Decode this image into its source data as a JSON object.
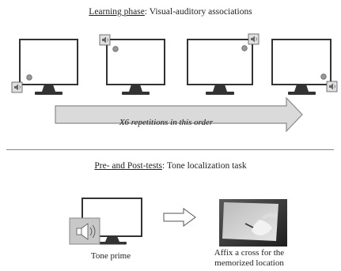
{
  "learning_phase": {
    "title_underlined": "Learning phase",
    "title_rest": ": Visual-auditory associations",
    "arrow_label": "X6 repetitions in this order",
    "screens": [
      {
        "dot_corner": "bottom-left",
        "speaker_corner": "bottom-left"
      },
      {
        "dot_corner": "top-left",
        "speaker_corner": "top-left"
      },
      {
        "dot_corner": "top-right",
        "speaker_corner": "top-right"
      },
      {
        "dot_corner": "bottom-right",
        "speaker_corner": "bottom-right"
      }
    ]
  },
  "tests": {
    "title_underlined": "Pre- and Post-tests",
    "title_rest": ": Tone localization task",
    "caption_left": "Tone prime",
    "caption_right_line1": "Affix a cross for the",
    "caption_right_line2": "memorized location"
  },
  "colors": {
    "monitor_stroke": "#333333",
    "dot_fill": "#999999",
    "arrow_fill": "#dadada",
    "speaker_box": "#c8c8c8",
    "photo_dark": "#2b2b2b"
  }
}
